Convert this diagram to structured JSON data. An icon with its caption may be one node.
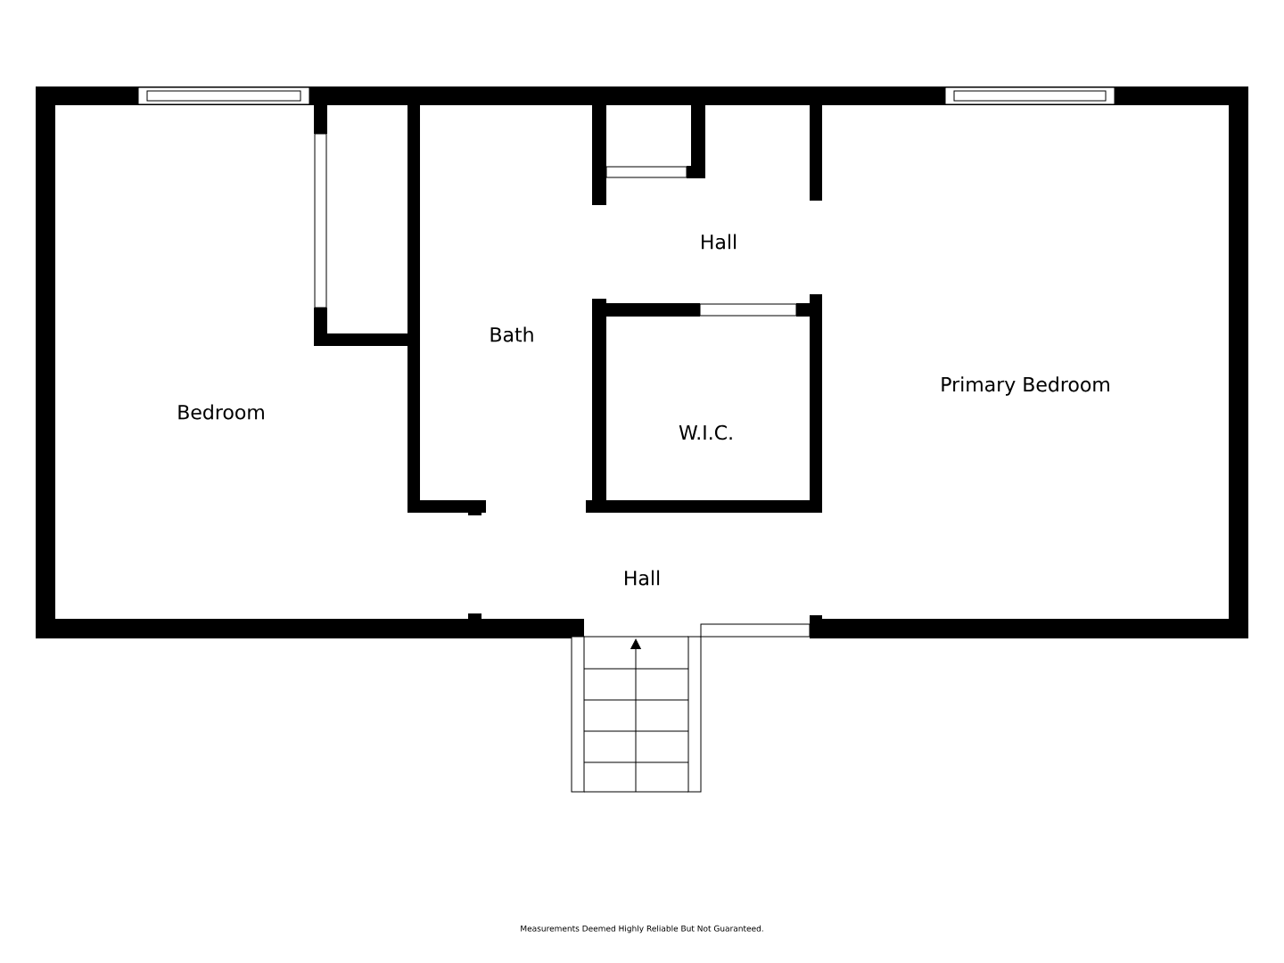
{
  "diagram": {
    "labels": [
      "Hall",
      "Bath",
      "Primary Bedroom",
      "Bedroom",
      "W.I.C.",
      "Hall",
      "Measurements Deemed Highly Reliable But Not Guaranteed."
    ]
  }
}
